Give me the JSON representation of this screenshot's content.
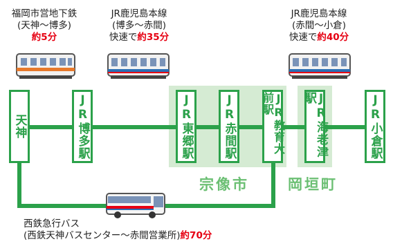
{
  "routes": {
    "subway": {
      "line1": "福岡市営地下鉄",
      "line2": "(天神～博多)",
      "time": "約5分"
    },
    "jr_hakata_akama": {
      "line1": "JR鹿児島本線",
      "line2": "(博多～赤間)",
      "prefix": "快速で",
      "time": "約35分"
    },
    "jr_akama_kokura": {
      "line1": "JR鹿児島本線",
      "line2": "(赤間～小倉)",
      "prefix": "快速で",
      "time": "約40分"
    },
    "bus": {
      "line1": "西鉄急行バス",
      "line2": "(西鉄天神バスセンター～赤間営業所)",
      "time": "約70分"
    }
  },
  "stations": [
    {
      "id": "tenjin",
      "jr": "",
      "name": "天神"
    },
    {
      "id": "hakata",
      "jr": "JR",
      "name": "博多駅"
    },
    {
      "id": "togo",
      "jr": "JR",
      "name": "東郷駅"
    },
    {
      "id": "akama",
      "jr": "JR",
      "name": "赤間駅"
    },
    {
      "id": "kyoikudaimae",
      "jr": "JR",
      "name": "教育大前駅"
    },
    {
      "id": "ebitsu",
      "jr": "JR",
      "name": "海老津駅"
    },
    {
      "id": "kokura",
      "jr": "JR",
      "name": "小倉駅"
    }
  ],
  "regions": {
    "munakata": "宗像市",
    "okagaki": "岡垣町"
  },
  "colors": {
    "line_green": "#2ba14a",
    "highlight": "#d5ebd3",
    "region_text": "#6bbf73",
    "time_red": "#e60012"
  }
}
